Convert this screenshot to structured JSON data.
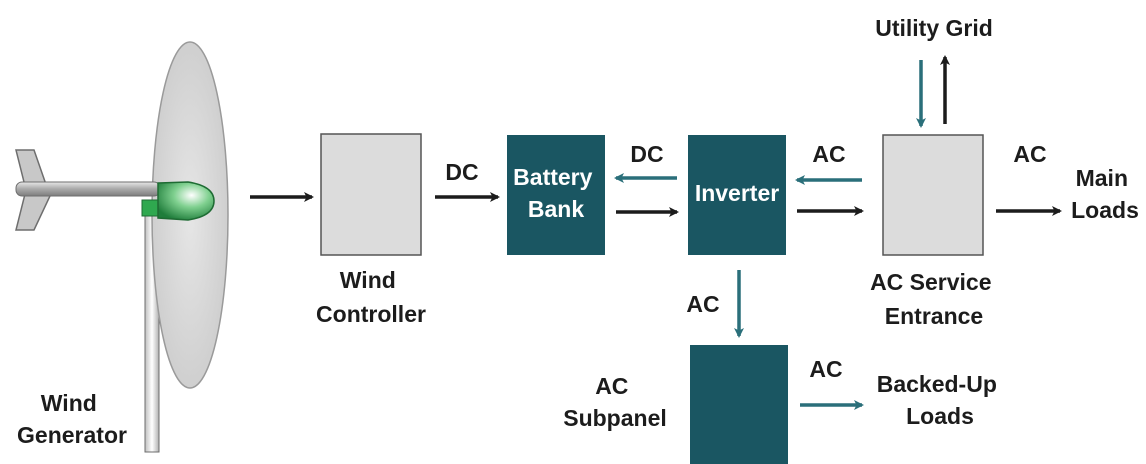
{
  "diagram": {
    "nodes": {
      "wind_generator": {
        "line1": "Wind",
        "line2": "Generator"
      },
      "wind_controller": {
        "line1": "Wind",
        "line2": "Controller"
      },
      "battery_bank": {
        "line1": "Battery",
        "line2": "Bank"
      },
      "inverter": {
        "label": "Inverter"
      },
      "ac_service_entrance": {
        "line1": "AC Service",
        "line2": "Entrance"
      },
      "utility_grid": {
        "label": "Utility Grid"
      },
      "main_loads": {
        "line1": "Main",
        "line2": "Loads"
      },
      "ac_subpanel": {
        "line1": "AC",
        "line2": "Subpanel"
      },
      "backed_up_loads": {
        "line1": "Backed-Up",
        "line2": "Loads"
      }
    },
    "edge_labels": {
      "controller_to_battery": "DC",
      "inverter_to_battery": "DC",
      "service_to_inverter": "AC",
      "service_to_main_loads": "AC",
      "inverter_to_subpanel": "AC",
      "subpanel_to_backed_up": "AC"
    },
    "colors": {
      "teal_box": "#1a5662",
      "gray_box": "#dcdcdc",
      "teal_arrow": "#2a6f7a",
      "black_arrow": "#1c1c1c",
      "nacelle_green": "#2fa84f",
      "rotor_disc": "#d9d9d9"
    }
  }
}
